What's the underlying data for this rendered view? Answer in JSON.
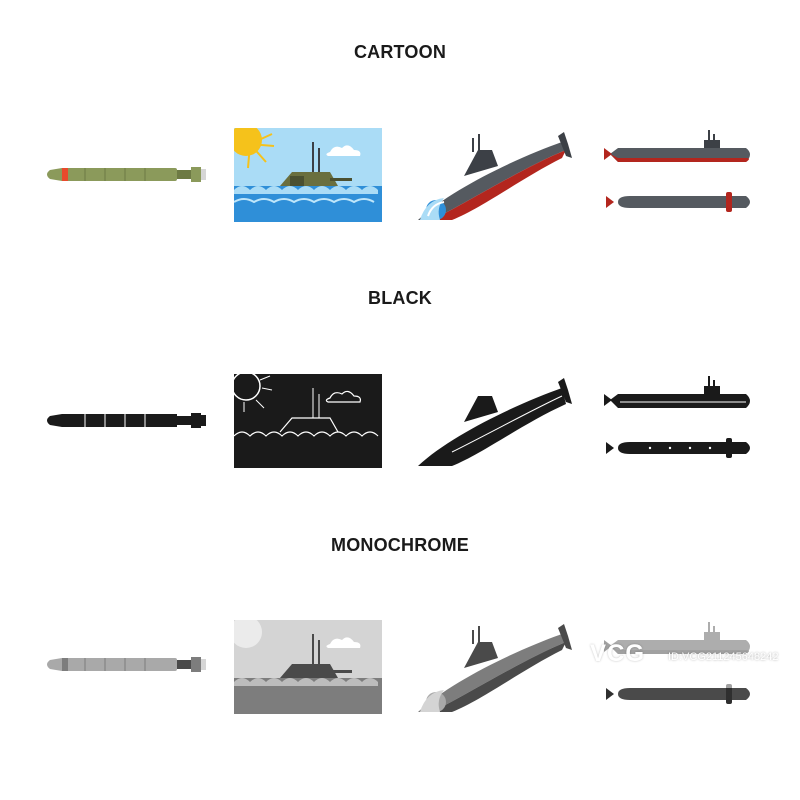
{
  "sections": {
    "cartoon": {
      "title": "CARTOON"
    },
    "black": {
      "title": "BLACK"
    },
    "monochrome": {
      "title": "MONOCHROME"
    }
  },
  "palette": {
    "cartoon": {
      "torpedo_body": "#8b9a5b",
      "torpedo_tip": "#e84a2c",
      "sky": "#aadcf6",
      "sea": "#2f8fd8",
      "sun": "#f5c21b",
      "hull_top": "#555a60",
      "hull_bottom": "#b3261e",
      "hull_dark": "#3c4046"
    },
    "black": {
      "fill": "#1a1a1a",
      "line": "#ffffff"
    },
    "monochrome": {
      "light": "#a9a9a9",
      "mid": "#7d7d7d",
      "dark": "#4a4a4a"
    }
  },
  "watermark": {
    "logo": "VCG",
    "id_text": "ID:VCG211245648242"
  }
}
